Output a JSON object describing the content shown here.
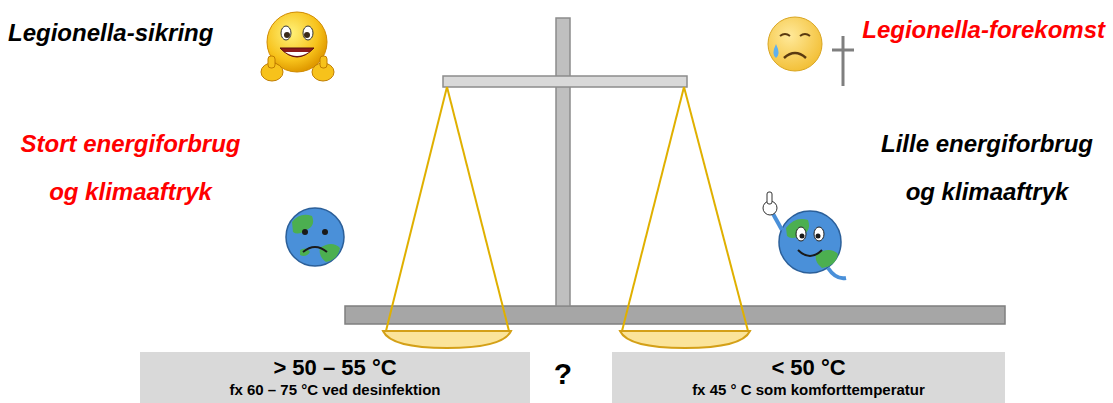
{
  "diagram": {
    "nodes": [
      {
        "text": [
          "> 50 – 55 °C",
          "fx 60 – 75 °C ved desinfektion"
        ]
      },
      {
        "text": [
          "< 50 °C",
          "fx 45 ° C som komforttemperatur"
        ]
      }
    ],
    "edges": [],
    "labels": [
      "Legionella-sikring",
      "Legionella-forekomst",
      "Stort energiforbrug og klimaaftryk",
      "Lille energiforbrug og klimaaftryk",
      "?"
    ]
  }
}
